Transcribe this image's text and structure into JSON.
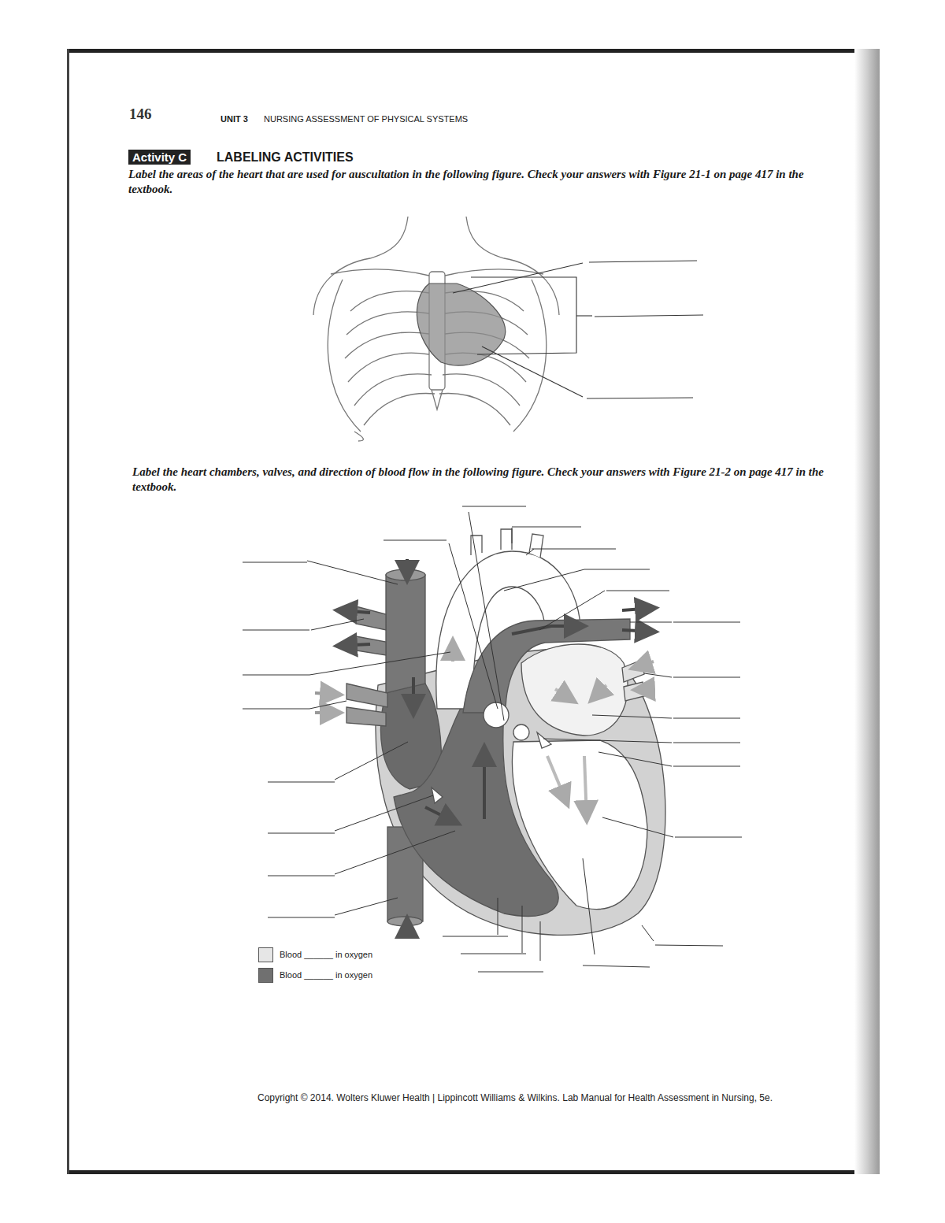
{
  "diagram": {
    "title": "LABELING ACTIVITIES",
    "labels": [
      "146",
      "UNIT 3",
      "NURSING ASSESSMENT OF PHYSICAL SYSTEMS",
      "Activity C",
      "Label the areas of the heart that are used for auscultation in the following figure. Check your answers with Figure 21-1 on page 417 in the textbook.",
      "Label the heart chambers, valves, and direction of blood flow in the following figure. Check your answers with Figure 21-2 on page 417 in the textbook.",
      "Copyright © 2014. Wolters Kluwer Health | Lippincott Williams & Wilkins. Lab Manual for Health Assessment in Nursing, 5e."
    ],
    "legend": [
      {
        "text": "Blood ______ in oxygen",
        "color": "#e6e6e6"
      },
      {
        "text": "Blood ______ in oxygen",
        "color": "#707070"
      }
    ]
  }
}
